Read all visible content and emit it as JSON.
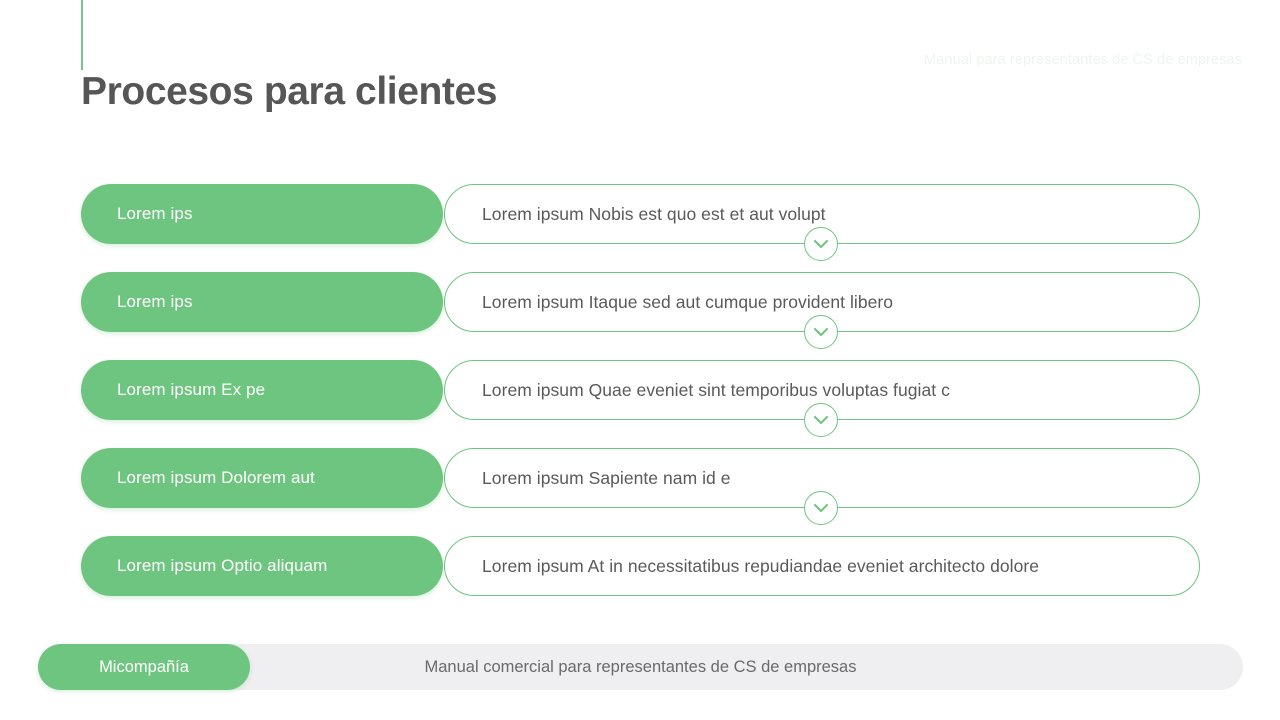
{
  "header": {
    "kicker": "Manual para representantes de CS de empresas",
    "title": "Procesos para clientes"
  },
  "theme": {
    "accent_green": "#6ec57f",
    "title_gray": "#565656",
    "body_gray": "#5a5a5a",
    "footer_bar_gray": "#efeef0"
  },
  "rows": [
    {
      "label": "Lorem ips",
      "body": "Lorem ipsum Nobis est quo est et aut volupt",
      "connector_icon": "chevron-down-icon",
      "has_connector": true
    },
    {
      "label": "Lorem ips",
      "body": "Lorem ipsum Itaque sed aut cumque provident libero",
      "connector_icon": "chevron-down-icon",
      "has_connector": true
    },
    {
      "label": "Lorem ipsum Ex pe",
      "body": "Lorem ipsum Quae eveniet sint temporibus voluptas fugiat c",
      "connector_icon": "chevron-down-icon",
      "has_connector": true
    },
    {
      "label": "Lorem ipsum Dolorem aut",
      "body": "Lorem ipsum Sapiente nam id e",
      "connector_icon": "chevron-down-icon",
      "has_connector": true
    },
    {
      "label": "Lorem ipsum Optio aliquam",
      "body": "Lorem ipsum At in necessitatibus repudiandae eveniet architecto dolore",
      "connector_icon": null,
      "has_connector": false
    }
  ],
  "footer": {
    "brand": "Micompañía",
    "center": "Manual comercial para representantes de CS de empresas"
  }
}
